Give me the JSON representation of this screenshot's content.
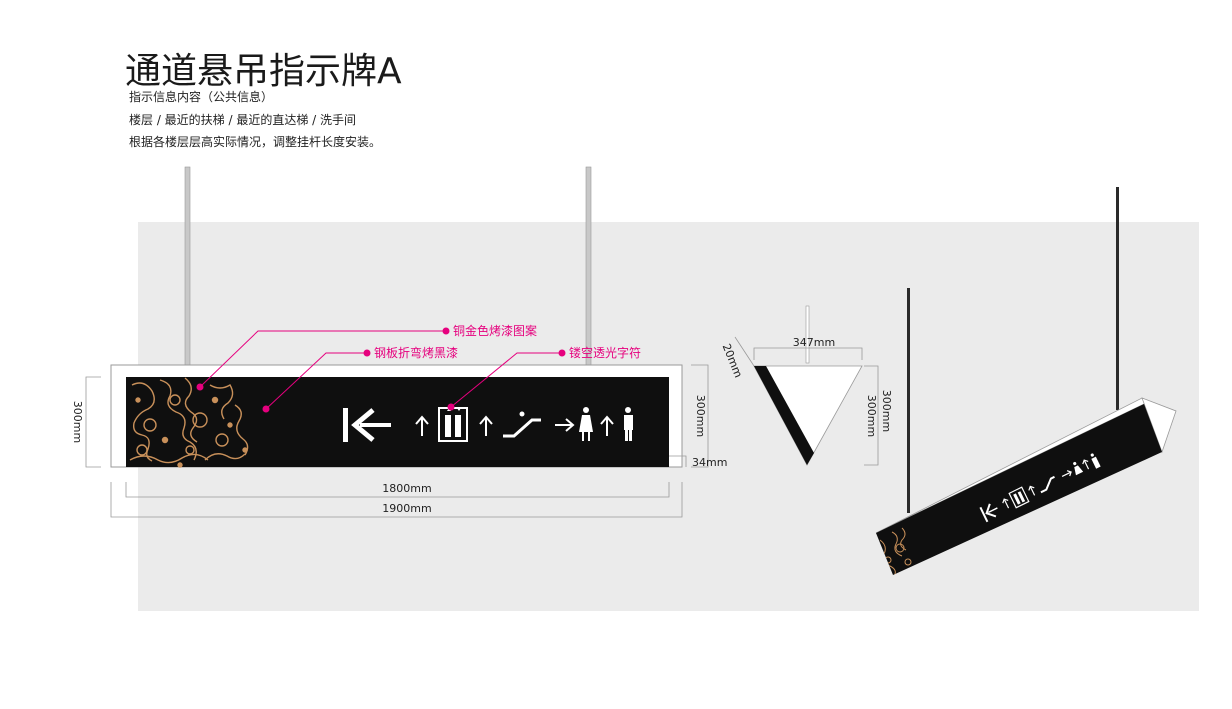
{
  "title": "通道悬吊指示牌A",
  "description": [
    "指示信息内容（公共信息）",
    "楼层 / 最近的扶梯 / 最近的直达梯 / 洗手间",
    "根据各楼层层高实际情况，调整挂杆长度安装。"
  ],
  "callouts": {
    "pattern": "铜金色烤漆图案",
    "body": "钢板折弯烤黑漆",
    "cutout": "镂空透光字符"
  },
  "dimensions": {
    "front_height_left": "300mm",
    "front_height_right": "300mm",
    "thickness": "34mm",
    "inner_width": "1800mm",
    "outer_width": "1900mm",
    "side_top": "347mm",
    "side_edge": "20mm",
    "side_height_a": "300mm",
    "side_height_b": "300mm"
  },
  "sign_icons": [
    "logo-icon",
    "arrow-up-icon",
    "elevator-icon",
    "arrow-up-icon",
    "escalator-icon",
    "arrow-right-icon",
    "female-icon",
    "arrow-up-icon",
    "male-icon"
  ],
  "colors": {
    "callout": "#e6007e",
    "sign_face": "#0f0f0f",
    "pattern": "#c8905a",
    "panel": "#ebebeb"
  }
}
